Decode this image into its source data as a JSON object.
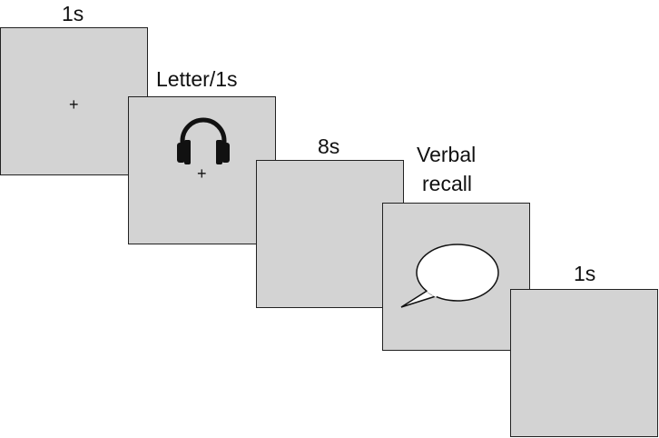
{
  "frames": [
    {
      "duration_label": "1s",
      "content": "fixation-cross",
      "fixation": "+"
    },
    {
      "duration_label": "Letter/1s",
      "content": "headphones-icon",
      "fixation": "+"
    },
    {
      "duration_label": "8s",
      "content": "blank"
    },
    {
      "duration_label_line1": "Verbal",
      "duration_label_line2": "recall",
      "content": "speech-bubble-icon"
    },
    {
      "duration_label": "1s",
      "content": "blank"
    }
  ],
  "colors": {
    "frame_fill": "#d3d3d3",
    "frame_border": "#222222",
    "text": "#111111"
  }
}
